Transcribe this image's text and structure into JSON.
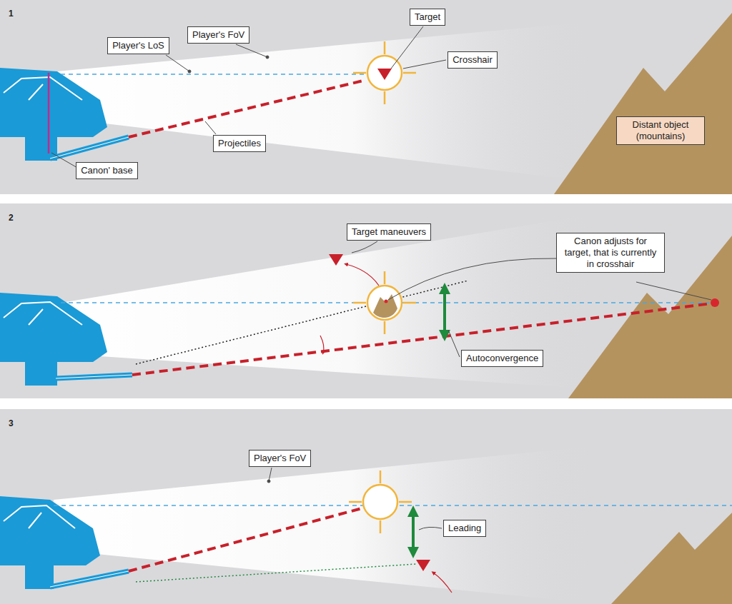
{
  "diagram": {
    "nodes": [
      {
        "text": [
          "Target"
        ]
      },
      {
        "text": [
          "Player's FoV"
        ]
      },
      {
        "text": [
          "Player's LoS"
        ]
      },
      {
        "text": [
          "Crosshair"
        ]
      },
      {
        "text": [
          "Distant object (mountains)"
        ]
      },
      {
        "text": [
          "Projectiles"
        ]
      },
      {
        "text": [
          "Canon' base"
        ]
      },
      {
        "text": [
          "Target maneuvers"
        ]
      },
      {
        "text": [
          "Canon adjusts for target, that is currently in crosshair"
        ]
      },
      {
        "text": [
          "Autoconvergence"
        ]
      },
      {
        "text": [
          "Player's FoV"
        ]
      },
      {
        "text": [
          "Leading"
        ]
      }
    ],
    "labels": [
      "1",
      "2",
      "3"
    ]
  }
}
